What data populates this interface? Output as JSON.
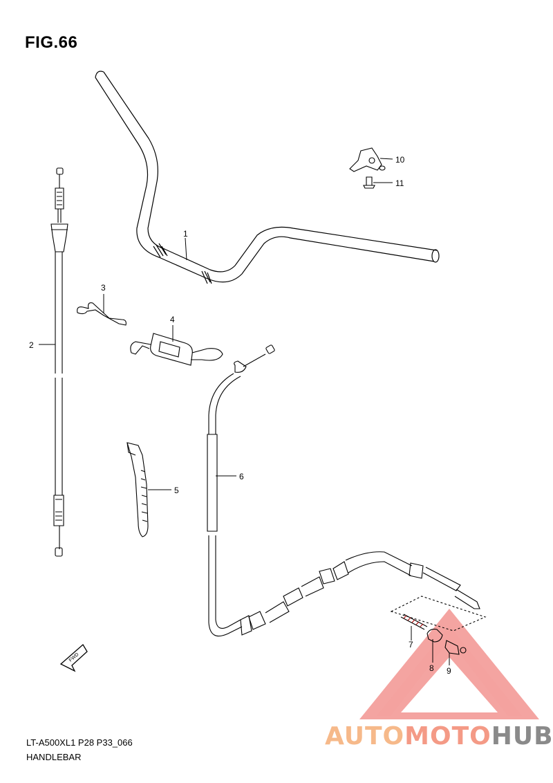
{
  "figure": {
    "title": "FIG.66"
  },
  "callouts": [
    {
      "id": "1",
      "label": "1"
    },
    {
      "id": "2",
      "label": "2"
    },
    {
      "id": "3",
      "label": "3"
    },
    {
      "id": "4",
      "label": "4"
    },
    {
      "id": "5",
      "label": "5"
    },
    {
      "id": "6",
      "label": "6"
    },
    {
      "id": "7",
      "label": "7"
    },
    {
      "id": "8",
      "label": "8"
    },
    {
      "id": "9",
      "label": "9"
    },
    {
      "id": "10",
      "label": "10"
    },
    {
      "id": "11",
      "label": "11"
    }
  ],
  "fwd_badge": "FWD",
  "footer": {
    "code": "LT-A500XL1 P28 P33_066",
    "name": "HANDLEBAR"
  },
  "watermark": {
    "part1": "AUTO",
    "part2": "MOTO",
    "part3": "HUB",
    "colors": {
      "triangle": "#f07a78",
      "part1": "#f6b98a",
      "part2": "#f49a86",
      "part3": "#8a8a8a"
    }
  }
}
